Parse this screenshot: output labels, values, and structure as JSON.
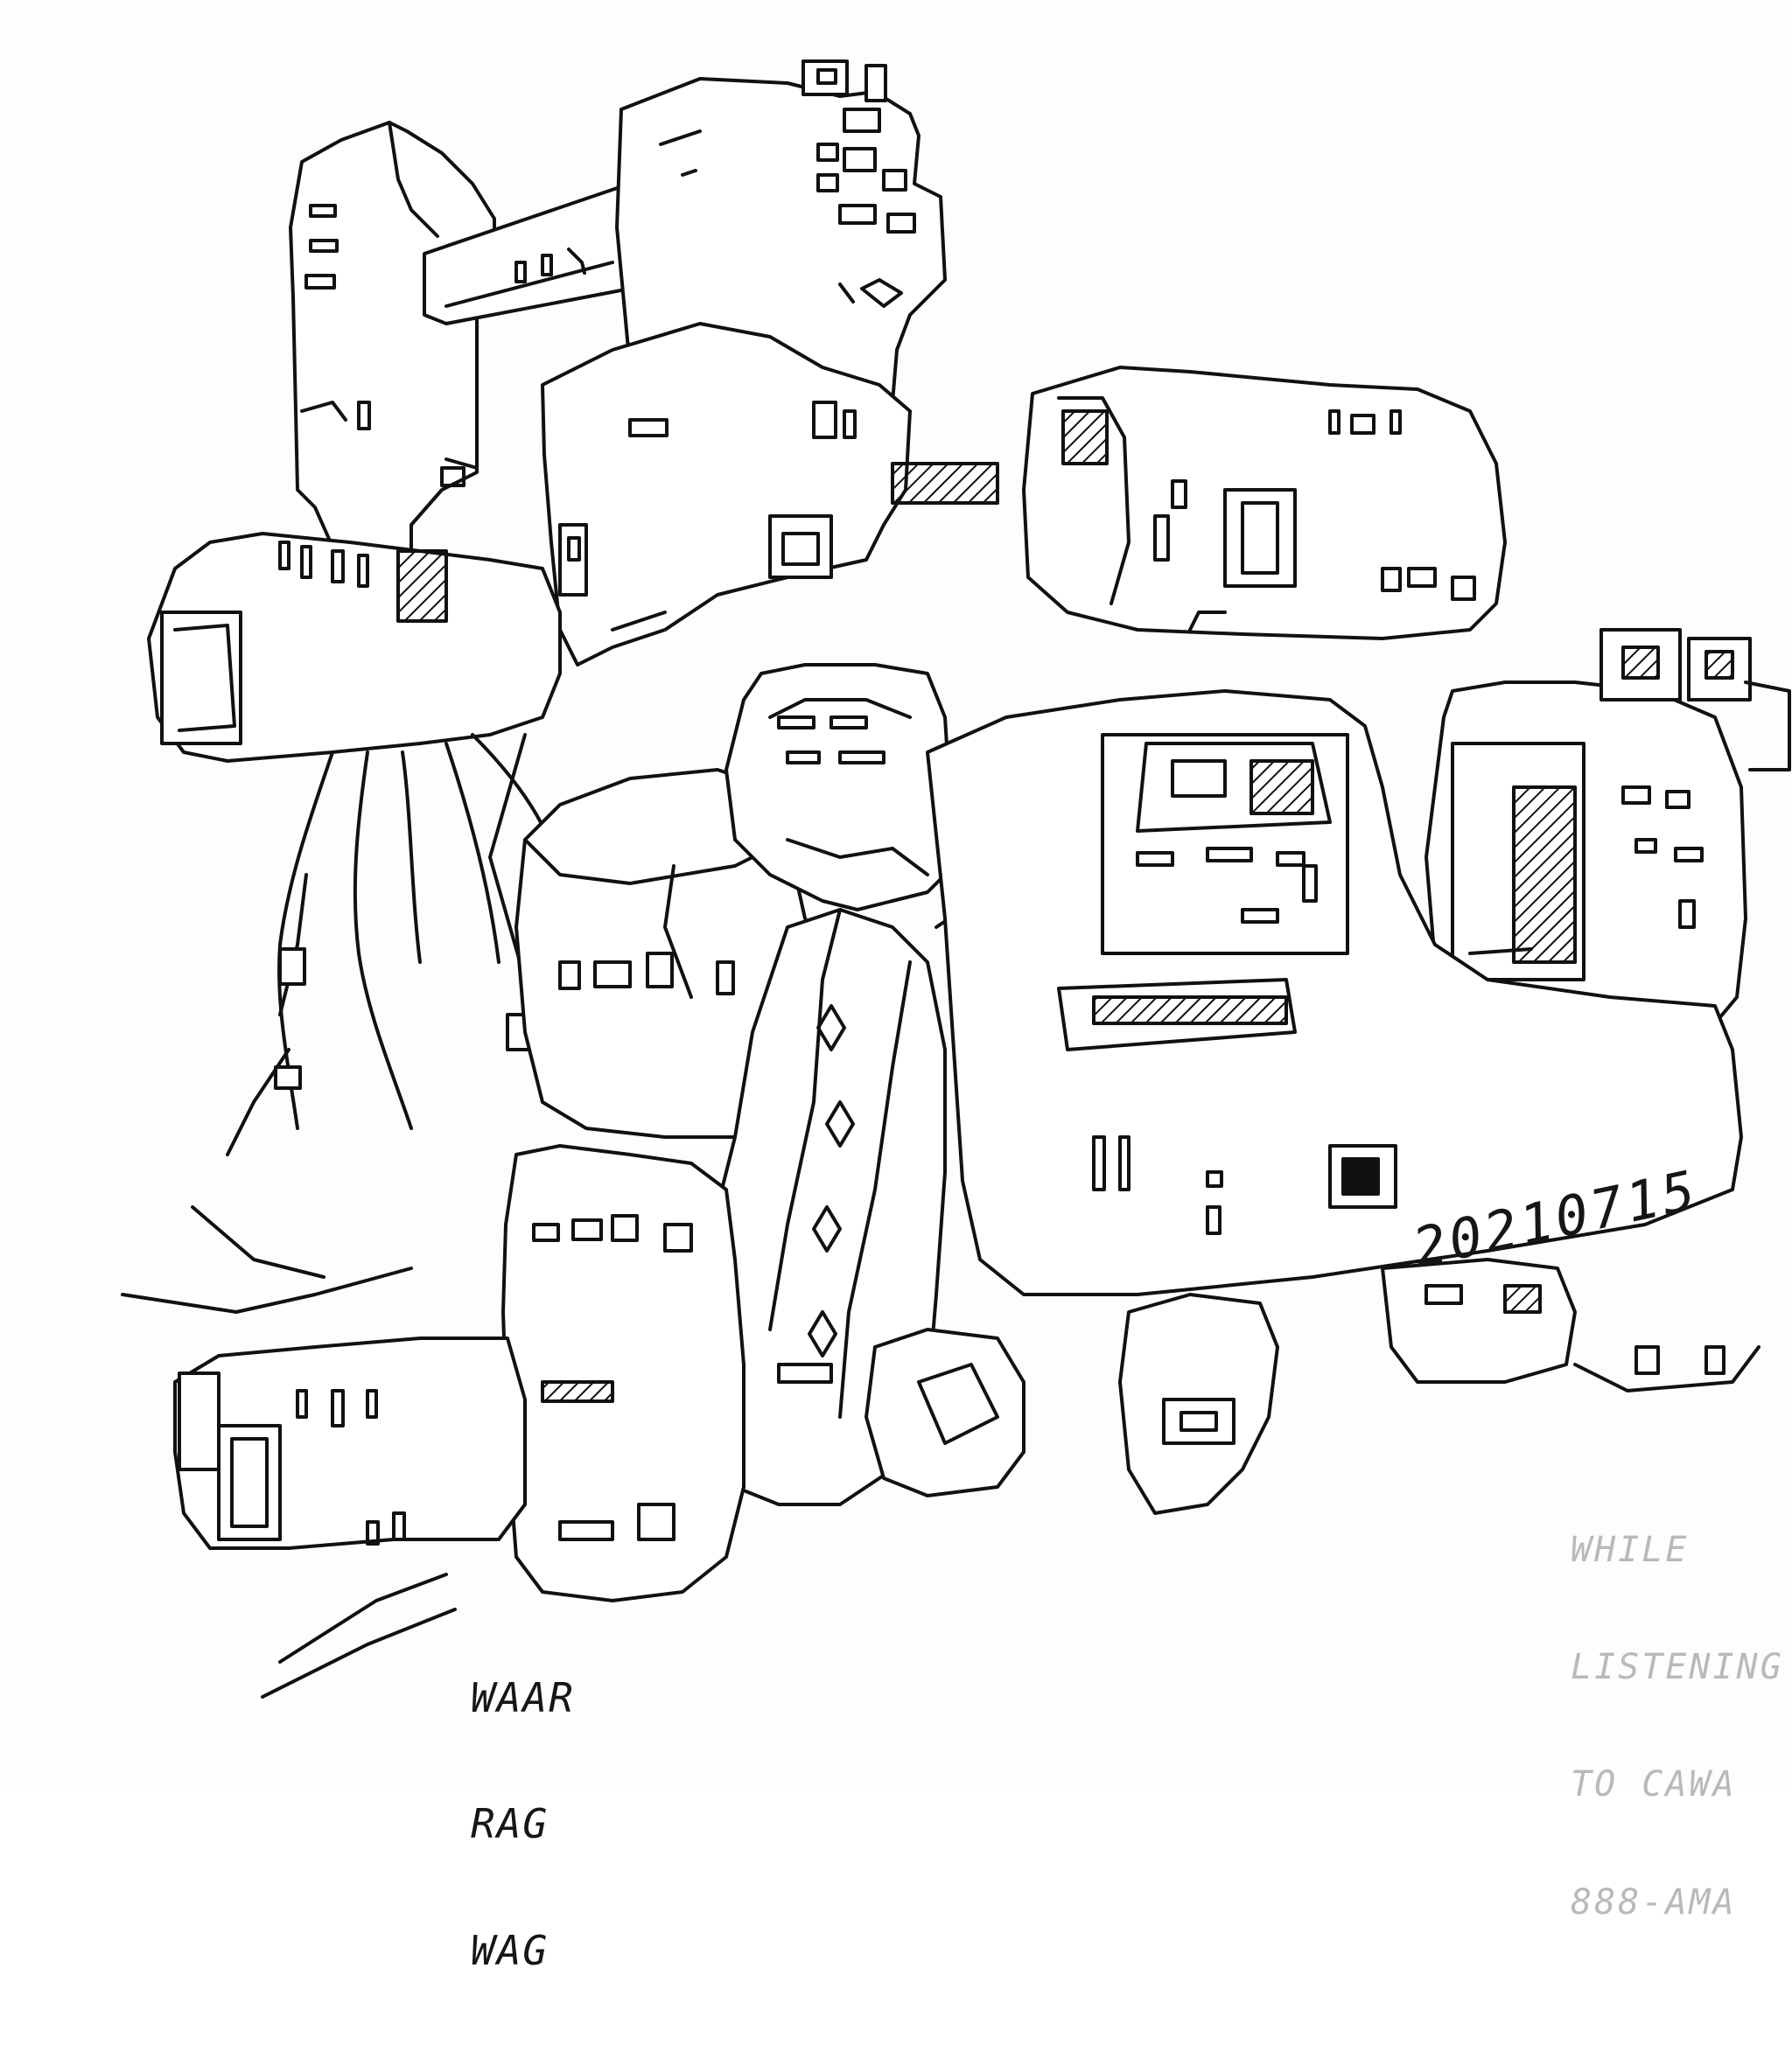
{
  "artwork": {
    "date_label": "20210715",
    "signature_lines": [
      "WAAR",
      "RAG",
      "WAG"
    ],
    "note_lines": [
      "WHILE",
      "LISTENING",
      "TO CAWA",
      "888-AMA"
    ],
    "ink_color": "#111111",
    "paper_color": "#fdfdfc",
    "note_color": "#b9b9b9"
  }
}
